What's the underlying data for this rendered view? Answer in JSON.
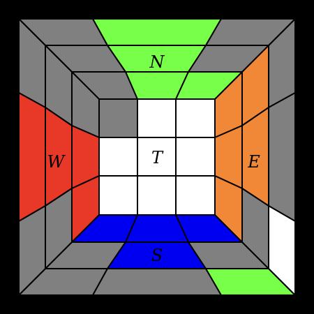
{
  "puzzle": {
    "type": "cube-net-3x3-perspective",
    "palette": {
      "frame": "#000000",
      "gray": "#808080",
      "white": "#ffffff",
      "green": "#77ff4a",
      "blue": "#0000f0",
      "red": "#e83828",
      "orange": "#f08838",
      "stroke": "#000000"
    },
    "faces": {
      "T": {
        "label": "T",
        "stickers": [
          [
            "gray",
            "white",
            "white"
          ],
          [
            "white",
            "white",
            "white"
          ],
          [
            "white",
            "white",
            "white"
          ]
        ]
      },
      "N": {
        "label": "N",
        "stickers": [
          [
            "gray",
            "green",
            "gray"
          ],
          [
            "gray",
            "green",
            "gray"
          ],
          [
            "gray",
            "green",
            "green"
          ]
        ]
      },
      "S": {
        "label": "S",
        "stickers": [
          [
            "blue",
            "blue",
            "blue"
          ],
          [
            "gray",
            "blue",
            "gray"
          ],
          [
            "gray",
            "gray",
            "green"
          ]
        ]
      },
      "W": {
        "label": "W",
        "stickers": [
          [
            "gray",
            "gray",
            "gray"
          ],
          [
            "red",
            "red",
            "red"
          ],
          [
            "gray",
            "gray",
            "red"
          ]
        ]
      },
      "E": {
        "label": "E",
        "stickers": [
          [
            "orange",
            "orange",
            "gray"
          ],
          [
            "orange",
            "orange",
            "gray"
          ],
          [
            "orange",
            "gray",
            "white"
          ]
        ]
      }
    }
  }
}
